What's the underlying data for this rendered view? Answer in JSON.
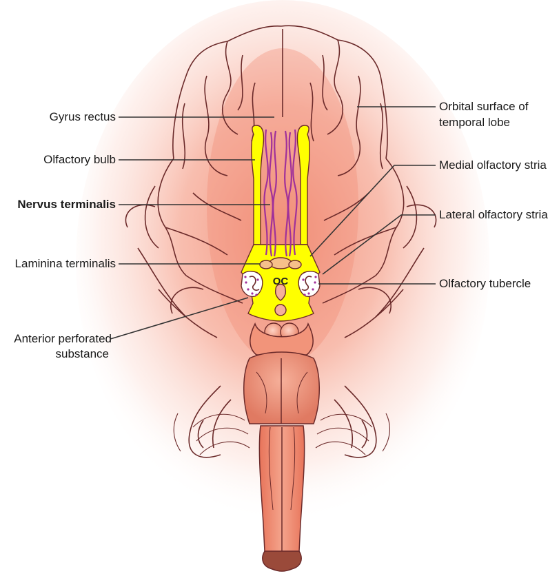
{
  "labels": {
    "gyrus_rectus": "Gyrus rectus",
    "olfactory_bulb": "Olfactory bulb",
    "nervus_terminalis": "Nervus terminalis",
    "lamina_terminalis": "Laminina terminalis",
    "anterior_perforated_line1": "Anterior perforated",
    "anterior_perforated_line2": "substance",
    "orbital_surface_line1": "Orbital surface of",
    "orbital_surface_line2": "temporal lobe",
    "medial_olfactory_stria": "Medial olfactory stria",
    "lateral_olfactory_stria": "Lateral olfactory stria",
    "olfactory_tubercle": "Olfactory tubercle",
    "optic_chiasma_abbrev": "OC"
  },
  "colors": {
    "background": "#ffffff",
    "brain_glow": "#f4a090",
    "outline": "#6b2a2a",
    "olfactory_yellow": "#ffff00",
    "nerve_purple": "#a0309a",
    "brainstem": "#f08c70",
    "brainstem_tip": "#9a4a3a",
    "leader_line": "#333333"
  }
}
